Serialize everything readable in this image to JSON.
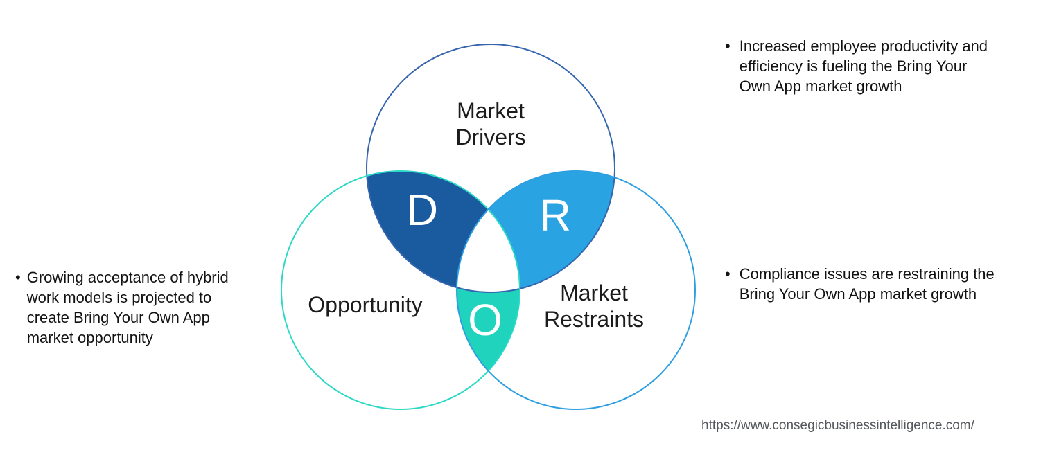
{
  "venn": {
    "circles": {
      "top": {
        "label": "Market\nDrivers"
      },
      "left": {
        "label": "Opportunity"
      },
      "right": {
        "label": "Market\nRestraints"
      }
    },
    "letters": {
      "d": "D",
      "r": "R",
      "o": "O"
    },
    "colors": {
      "d_fill": "#1A5A9E",
      "r_fill": "#29A3E2",
      "o_fill": "#20D3BD",
      "center_fill": "#FFFFFF",
      "top_stroke": "#3465AE",
      "left_stroke": "#2BD9C6",
      "right_stroke": "#2D9FE0"
    }
  },
  "bullets": {
    "left": {
      "marker": "•",
      "text": "Growing acceptance of hybrid\nwork models is projected to\ncreate Bring Your Own App\nmarket opportunity"
    },
    "right_top": {
      "marker": "•",
      "text": "Increased employee productivity and\nefficiency is fueling the Bring Your\nOwn App market growth"
    },
    "right_middle": {
      "marker": "•",
      "text": "Compliance issues are restraining the\nBring Your Own App market growth"
    }
  },
  "footer": {
    "source_url": "https://www.consegicbusinessintelligence.com/"
  }
}
